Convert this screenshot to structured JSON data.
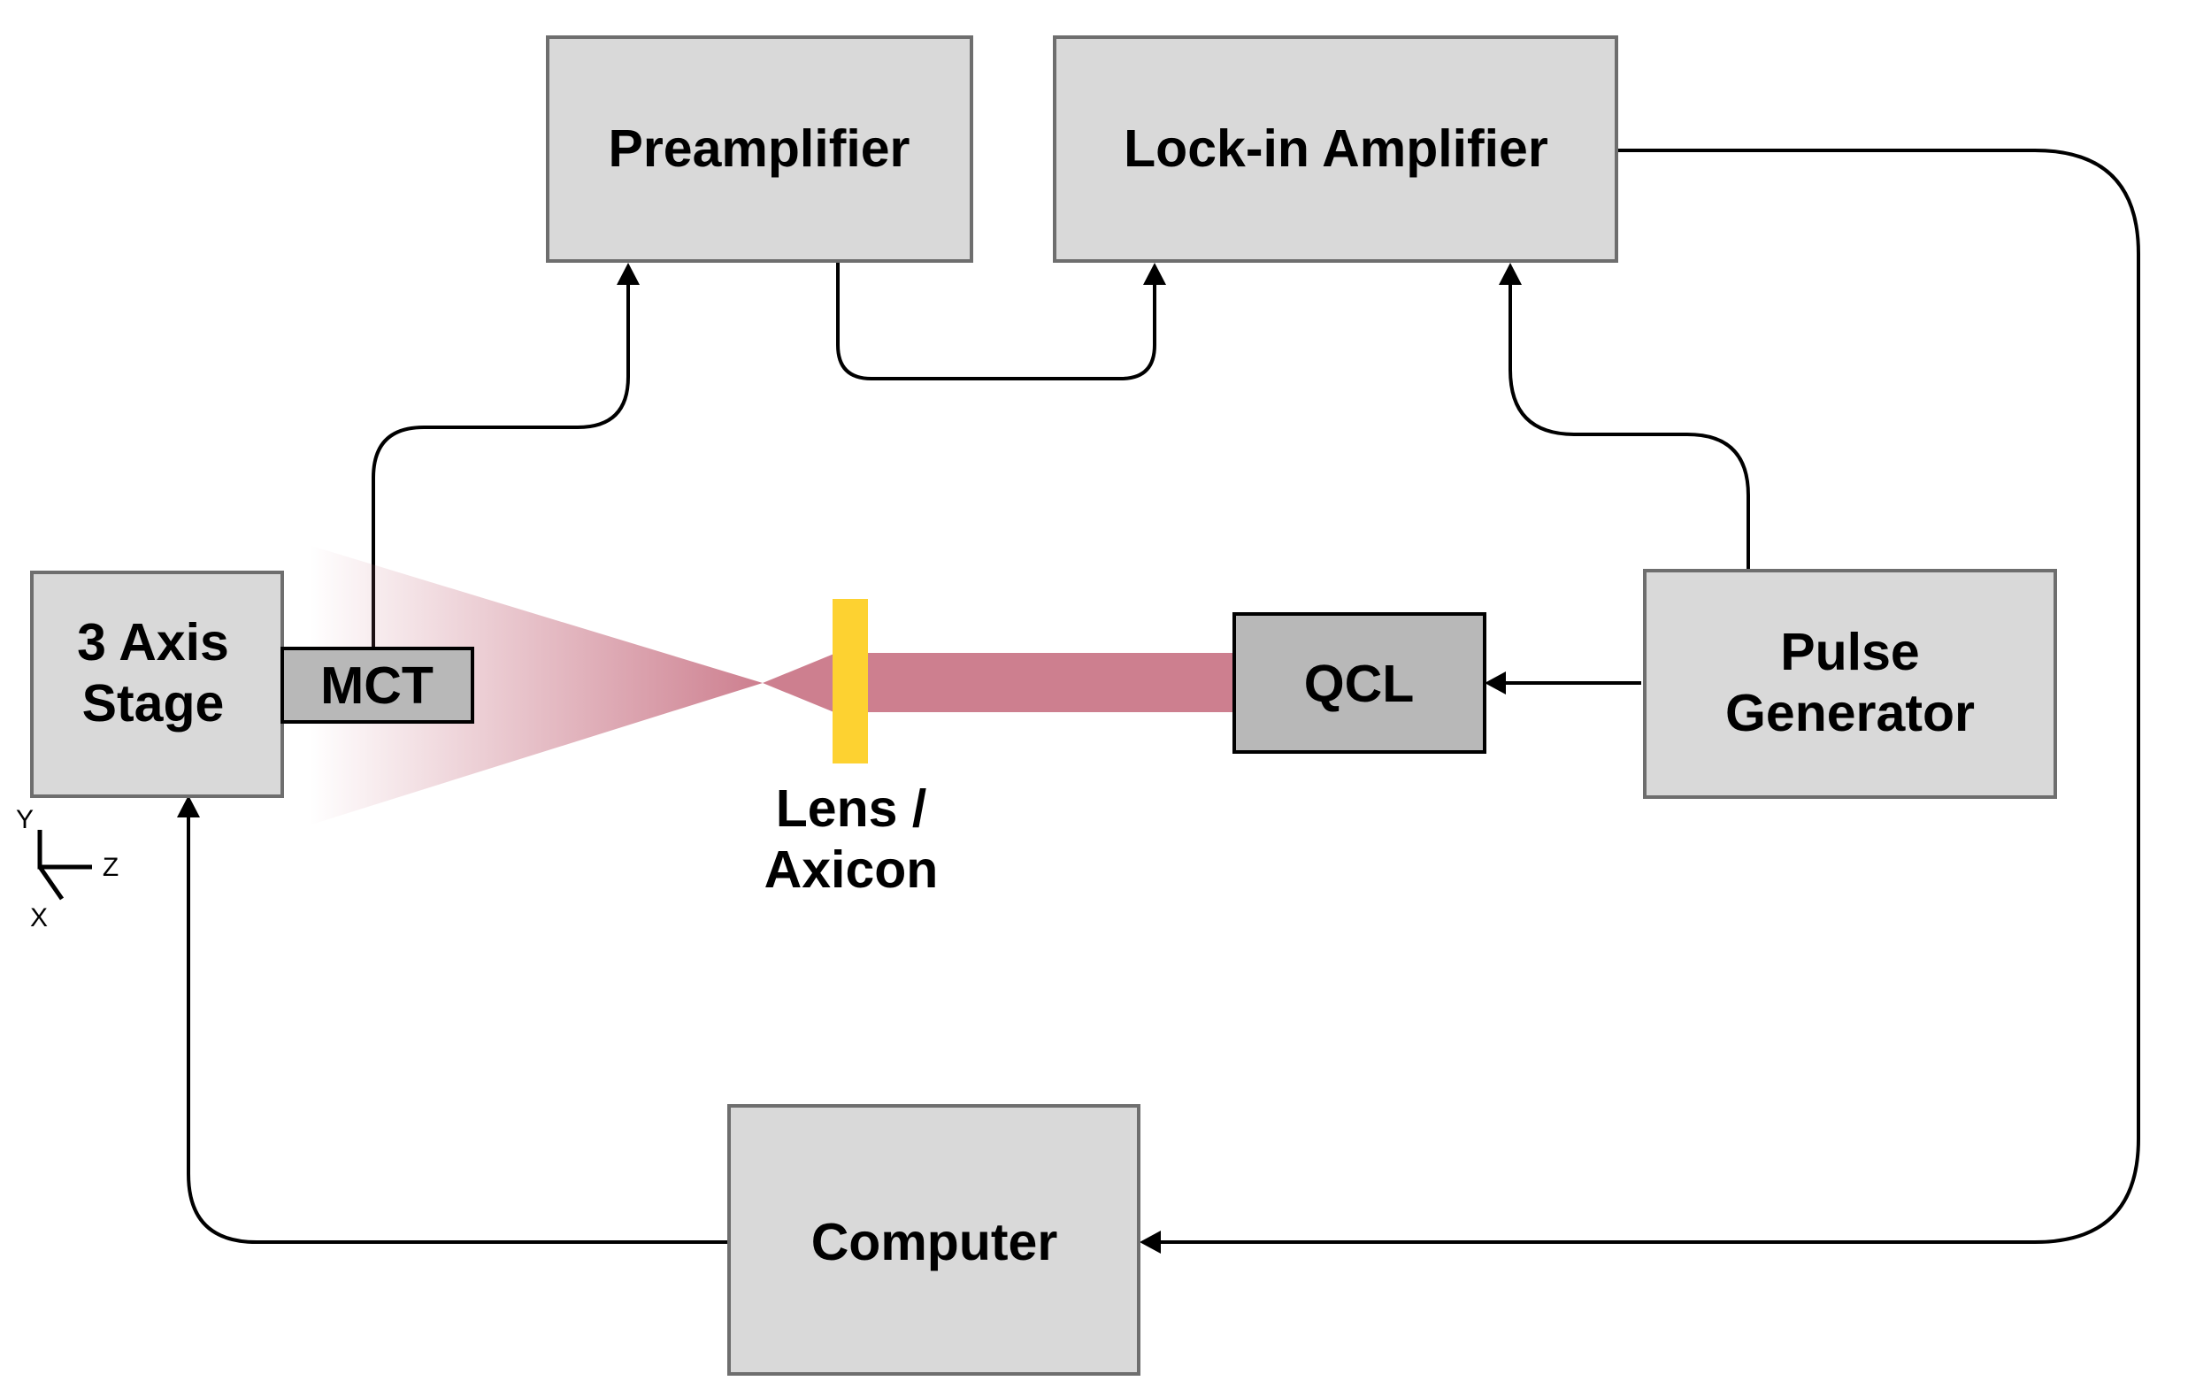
{
  "colors": {
    "box_fill": "#d9d9d9",
    "box_stroke": "#6e6e6e",
    "dark_box_fill": "#b8b8b8",
    "dark_box_stroke": "#000000",
    "beam": "#cd7f8f",
    "lens": "#fdd231",
    "wire": "#000000"
  },
  "components": {
    "preamplifier": "Preamplifier",
    "lockin": "Lock-in Amplifier",
    "stage": [
      "3 Axis",
      "Stage"
    ],
    "mct": "MCT",
    "qcl": "QCL",
    "pulse_generator": [
      "Pulse",
      "Generator"
    ],
    "computer": "Computer"
  },
  "optics": {
    "lens_label": [
      "Lens /",
      "Axicon"
    ]
  },
  "axes": {
    "y": "Y",
    "z": "Z",
    "x": "X"
  }
}
